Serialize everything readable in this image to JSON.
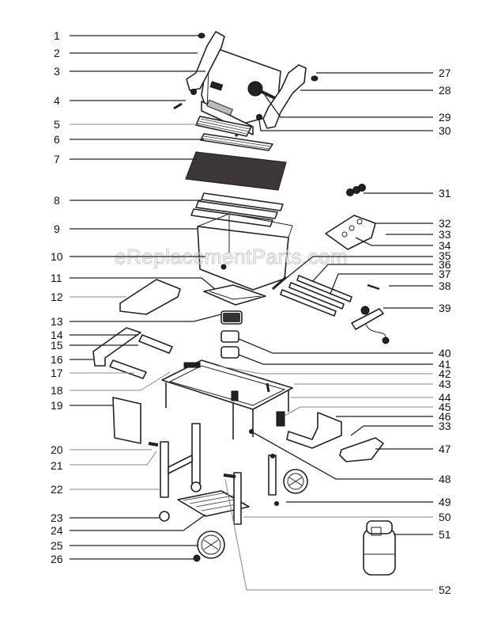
{
  "diagram": {
    "subject": "Gas grill exploded parts diagram",
    "watermark": "eReplacementParts.com",
    "colors": {
      "line": "#222222",
      "background": "#ffffff",
      "watermark": "#c8c8c8",
      "dark_fill": "#3d3838"
    },
    "callouts_left": [
      {
        "id": "c1",
        "label": "1"
      },
      {
        "id": "c2",
        "label": "2"
      },
      {
        "id": "c3",
        "label": "3"
      },
      {
        "id": "c4",
        "label": "4"
      },
      {
        "id": "c5",
        "label": "5"
      },
      {
        "id": "c6",
        "label": "6"
      },
      {
        "id": "c7",
        "label": "7"
      },
      {
        "id": "c8",
        "label": "8"
      },
      {
        "id": "c9",
        "label": "9"
      },
      {
        "id": "c10",
        "label": "10"
      },
      {
        "id": "c11",
        "label": "11"
      },
      {
        "id": "c12",
        "label": "12"
      },
      {
        "id": "c13",
        "label": "13"
      },
      {
        "id": "c14",
        "label": "14"
      },
      {
        "id": "c15",
        "label": "15"
      },
      {
        "id": "c16",
        "label": "16"
      },
      {
        "id": "c17",
        "label": "17"
      },
      {
        "id": "c18",
        "label": "18"
      },
      {
        "id": "c19",
        "label": "19"
      },
      {
        "id": "c20",
        "label": "20"
      },
      {
        "id": "c21",
        "label": "21"
      },
      {
        "id": "c22",
        "label": "22"
      },
      {
        "id": "c23",
        "label": "23"
      },
      {
        "id": "c24",
        "label": "24"
      },
      {
        "id": "c25",
        "label": "25"
      },
      {
        "id": "c26",
        "label": "26"
      }
    ],
    "callouts_right": [
      {
        "id": "c27",
        "label": "27"
      },
      {
        "id": "c28",
        "label": "28"
      },
      {
        "id": "c29",
        "label": "29"
      },
      {
        "id": "c30",
        "label": "30"
      },
      {
        "id": "c31",
        "label": "31"
      },
      {
        "id": "c32",
        "label": "32"
      },
      {
        "id": "c33a",
        "label": "33"
      },
      {
        "id": "c34",
        "label": "34"
      },
      {
        "id": "c35",
        "label": "35"
      },
      {
        "id": "c36",
        "label": "36"
      },
      {
        "id": "c37",
        "label": "37"
      },
      {
        "id": "c38",
        "label": "38"
      },
      {
        "id": "c39",
        "label": "39"
      },
      {
        "id": "c40",
        "label": "40"
      },
      {
        "id": "c41",
        "label": "41"
      },
      {
        "id": "c42",
        "label": "42"
      },
      {
        "id": "c43",
        "label": "43"
      },
      {
        "id": "c44",
        "label": "44"
      },
      {
        "id": "c45",
        "label": "45"
      },
      {
        "id": "c46",
        "label": "46"
      },
      {
        "id": "c33b",
        "label": "33"
      },
      {
        "id": "c47",
        "label": "47"
      },
      {
        "id": "c48",
        "label": "48"
      },
      {
        "id": "c49",
        "label": "49"
      },
      {
        "id": "c50",
        "label": "50"
      },
      {
        "id": "c51",
        "label": "51"
      },
      {
        "id": "c52",
        "label": "52"
      }
    ]
  }
}
